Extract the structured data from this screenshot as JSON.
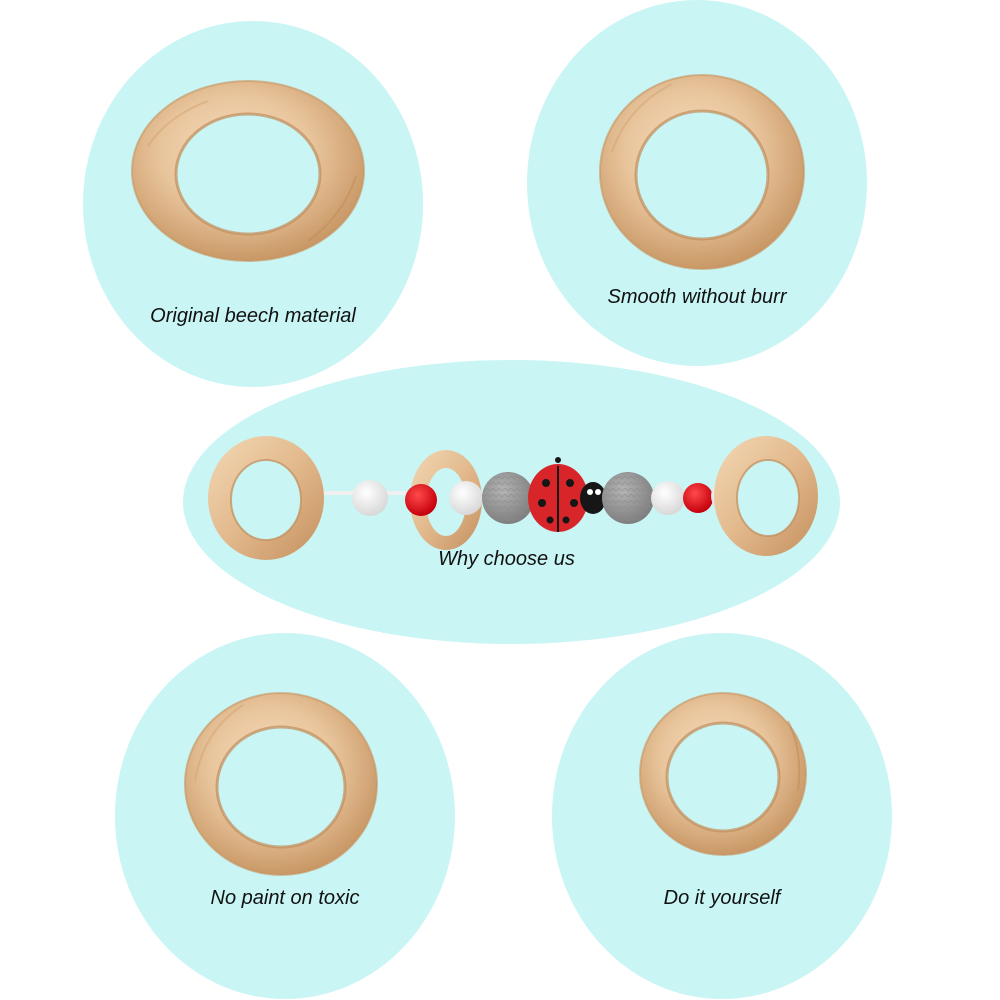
{
  "colors": {
    "background": "#ffffff",
    "bubble": "#c9f5f4",
    "wood_light": "#f1d4b1",
    "wood_mid": "#dfb589",
    "wood_dark": "#c89665",
    "bead_white": "#f4f4f4",
    "bead_red": "#e8121d",
    "bead_gray": "#9a9a9a",
    "ladybug_red": "#d8252a",
    "ladybug_black": "#161616"
  },
  "features": [
    {
      "caption": "Original beech material",
      "icon": "wooden-ring-icon"
    },
    {
      "caption": "Smooth without burr",
      "icon": "wooden-ring-icon"
    },
    {
      "caption": "No paint on toxic",
      "icon": "wooden-ring-icon"
    },
    {
      "caption": "Do it yourself",
      "icon": "wooden-ring-icon"
    }
  ],
  "center": {
    "caption": "Why choose us",
    "icon": "ladybug-teether-icon"
  }
}
